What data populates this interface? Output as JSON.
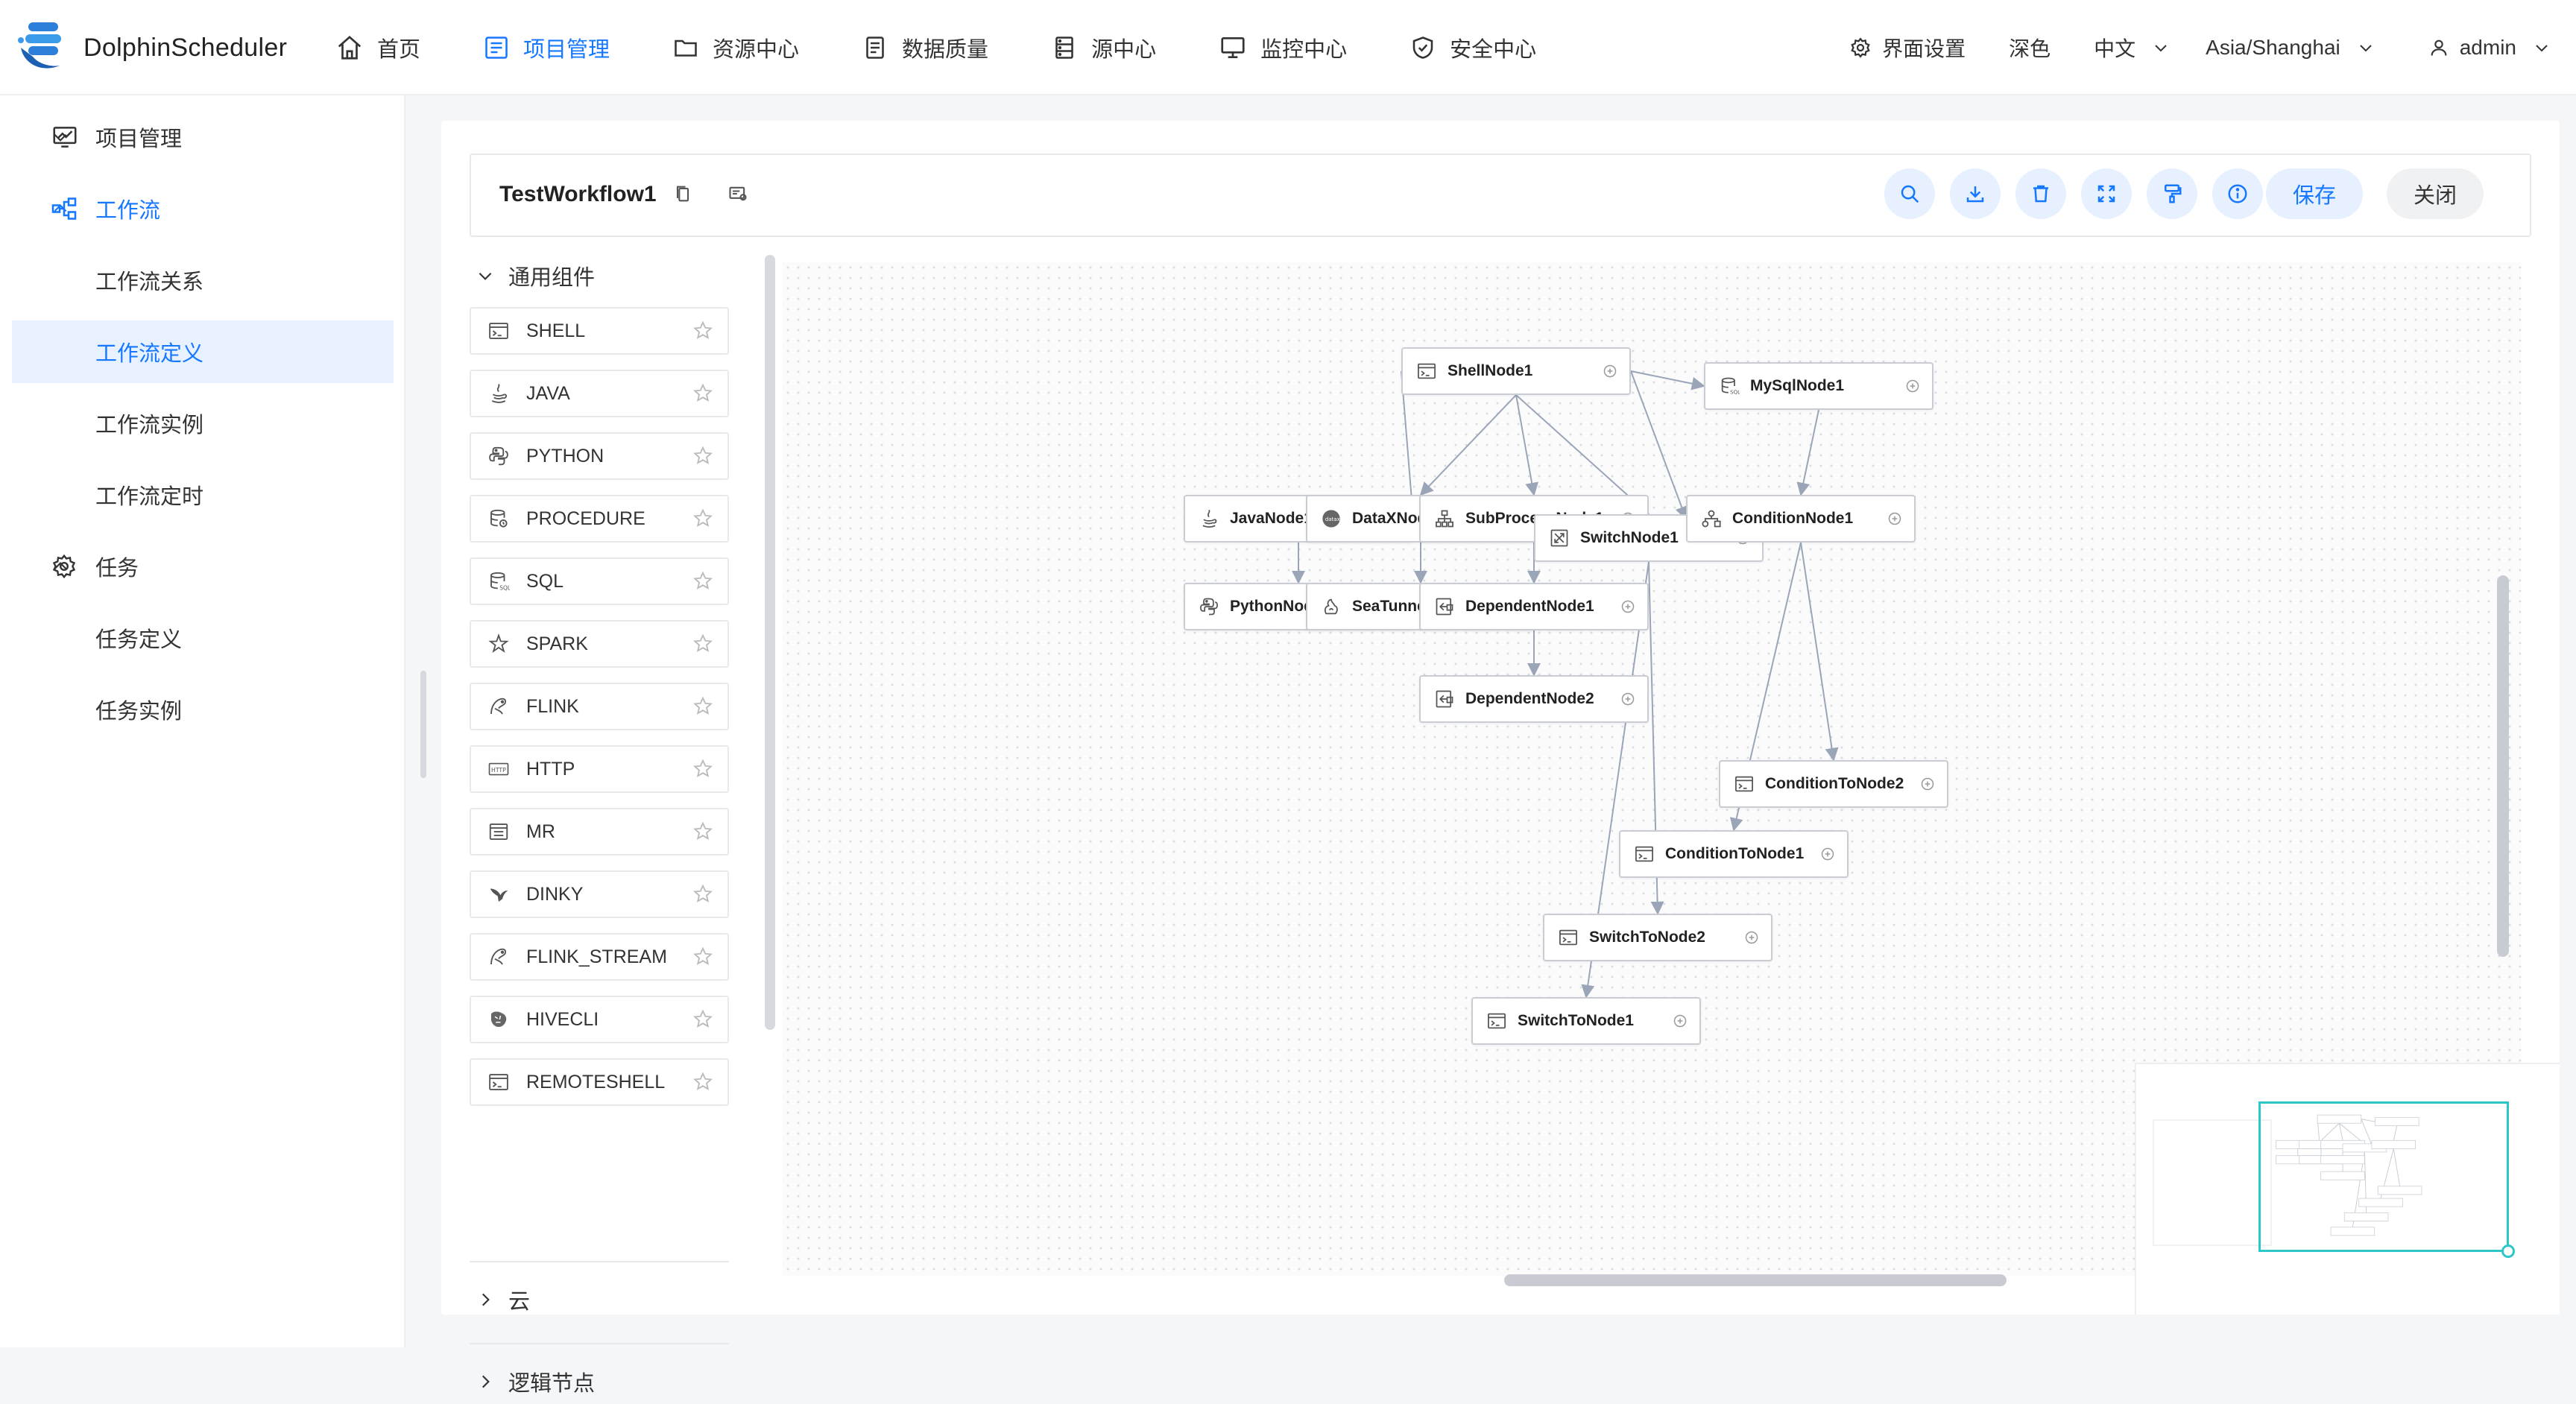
{
  "app": {
    "name": "DolphinScheduler"
  },
  "nav": [
    {
      "label": "首页",
      "icon": "home-icon"
    },
    {
      "label": "项目管理",
      "icon": "project-icon",
      "active": true
    },
    {
      "label": "资源中心",
      "icon": "folder-icon"
    },
    {
      "label": "数据质量",
      "icon": "document-icon"
    },
    {
      "label": "源中心",
      "icon": "database-icon"
    },
    {
      "label": "监控中心",
      "icon": "monitor-icon"
    },
    {
      "label": "安全中心",
      "icon": "shield-icon"
    }
  ],
  "top_right": {
    "settings": "界面设置",
    "theme": "深色",
    "language": "中文",
    "timezone": "Asia/Shanghai",
    "user": "admin"
  },
  "sidebar": {
    "project": "项目管理",
    "workflow": "工作流",
    "workflow_items": [
      "工作流关系",
      "工作流定义",
      "工作流实例",
      "工作流定时"
    ],
    "selected": "工作流定义",
    "task": "任务",
    "task_items": [
      "任务定义",
      "任务实例"
    ]
  },
  "workflow": {
    "title": "TestWorkflow1",
    "save_label": "保存",
    "close_label": "关闭"
  },
  "palette": {
    "general": "通用组件",
    "items": [
      "SHELL",
      "JAVA",
      "PYTHON",
      "PROCEDURE",
      "SQL",
      "SPARK",
      "FLINK",
      "HTTP",
      "MR",
      "DINKY",
      "FLINK_STREAM",
      "HIVECLI",
      "REMOTESHELL"
    ],
    "cloud": "云",
    "logic": "逻辑节点"
  },
  "nodes": [
    {
      "id": "shell",
      "name": "ShellNode1",
      "type": "SHELL"
    },
    {
      "id": "mysql",
      "name": "MySqlNode1",
      "type": "SQL"
    },
    {
      "id": "java",
      "name": "JavaNode1",
      "type": "JAVA"
    },
    {
      "id": "datax",
      "name": "DataXNode1",
      "type": "DATAX"
    },
    {
      "id": "subprocess",
      "name": "SubProcessNode1",
      "type": "SUB_PROCESS"
    },
    {
      "id": "switch",
      "name": "SwitchNode1",
      "type": "SWITCH"
    },
    {
      "id": "condition",
      "name": "ConditionNode1",
      "type": "CONDITIONS"
    },
    {
      "id": "python",
      "name": "PythonNode1",
      "type": "PYTHON"
    },
    {
      "id": "seatunnel",
      "name": "SeaTunnelNode1",
      "type": "SEATUNNEL"
    },
    {
      "id": "dependent1",
      "name": "DependentNode1",
      "type": "DEPENDENT"
    },
    {
      "id": "dependent2",
      "name": "DependentNode2",
      "type": "DEPENDENT"
    },
    {
      "id": "condto2",
      "name": "ConditionToNode2",
      "type": "SHELL"
    },
    {
      "id": "condto1",
      "name": "ConditionToNode1",
      "type": "SHELL"
    },
    {
      "id": "switchto2",
      "name": "SwitchToNode2",
      "type": "SHELL"
    },
    {
      "id": "switchto1",
      "name": "SwitchToNode1",
      "type": "SHELL"
    }
  ],
  "edges": [
    [
      "shell",
      "java"
    ],
    [
      "shell",
      "datax"
    ],
    [
      "shell",
      "subprocess"
    ],
    [
      "shell",
      "switch"
    ],
    [
      "shell",
      "condition"
    ],
    [
      "shell",
      "mysql"
    ],
    [
      "mysql",
      "condition"
    ],
    [
      "java",
      "python"
    ],
    [
      "datax",
      "seatunnel"
    ],
    [
      "subprocess",
      "dependent1"
    ],
    [
      "dependent1",
      "dependent2"
    ],
    [
      "condition",
      "condto2"
    ],
    [
      "condition",
      "condto1"
    ],
    [
      "switch",
      "switchto2"
    ],
    [
      "switch",
      "switchto1"
    ]
  ],
  "colors": {
    "accent": "#1677ff",
    "minimap": "#2ec7c9"
  }
}
